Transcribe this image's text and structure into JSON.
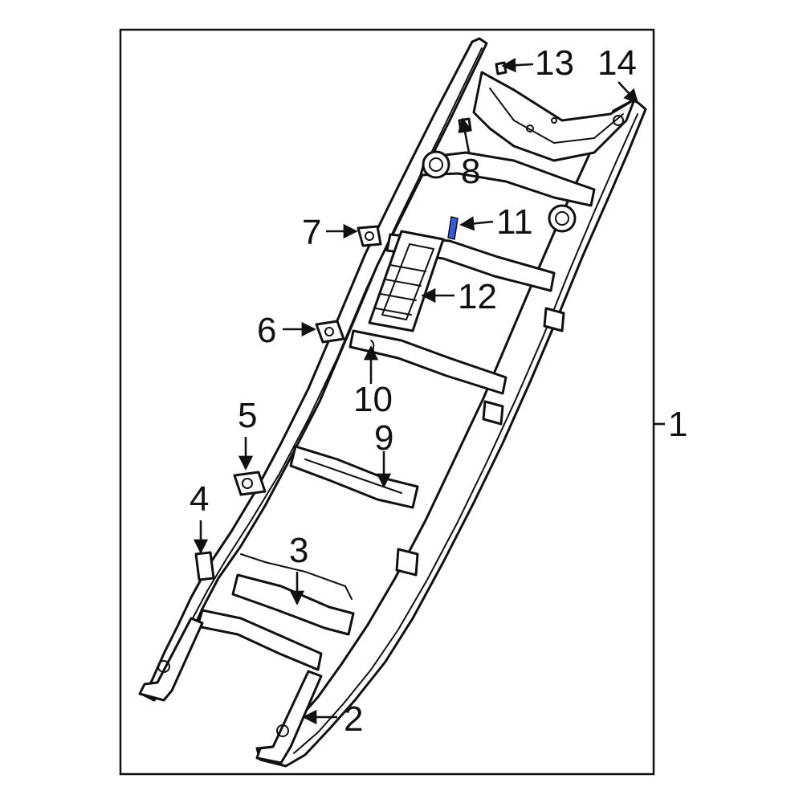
{
  "diagram": {
    "callouts": [
      {
        "id": "1",
        "text": "1"
      },
      {
        "id": "2",
        "text": "2"
      },
      {
        "id": "3",
        "text": "3"
      },
      {
        "id": "4",
        "text": "4"
      },
      {
        "id": "5",
        "text": "5"
      },
      {
        "id": "6",
        "text": "6"
      },
      {
        "id": "7",
        "text": "7"
      },
      {
        "id": "8",
        "text": "8"
      },
      {
        "id": "9",
        "text": "9"
      },
      {
        "id": "10",
        "text": "10"
      },
      {
        "id": "11",
        "text": "11"
      },
      {
        "id": "12",
        "text": "12"
      },
      {
        "id": "13",
        "text": "13"
      },
      {
        "id": "14",
        "text": "14"
      }
    ],
    "colors": {
      "line": "#111111",
      "background": "#ffffff",
      "part_highlight": "#3b5bdb"
    }
  }
}
